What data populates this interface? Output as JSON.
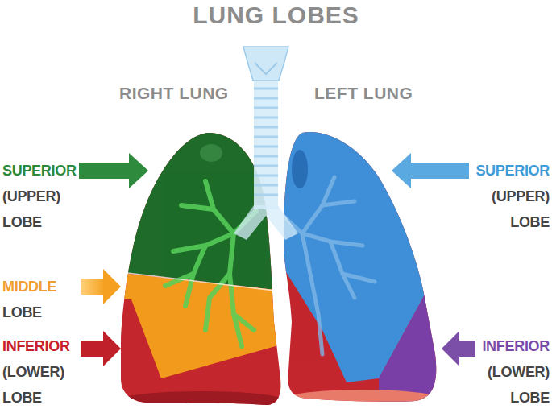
{
  "diagram": {
    "title": "LUNG LOBES",
    "labels": [
      "RIGHT LUNG",
      "LEFT LUNG",
      "SUPERIOR (UPPER) LOBE",
      "SUPERIOR (UPPER) LOBE",
      "MIDDLE LOBE",
      "INFERIOR (LOWER) LOBE",
      "INFERIOR (LOWER) LOBE"
    ]
  }
}
